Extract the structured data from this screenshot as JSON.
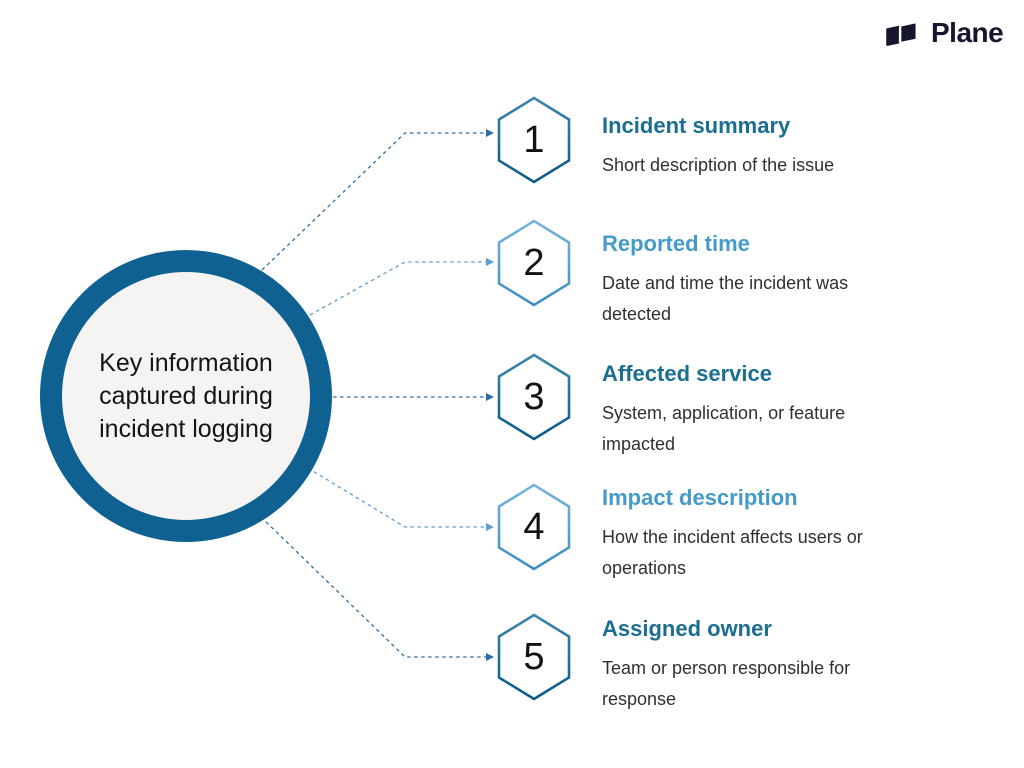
{
  "header": {
    "brand_name": "Plane"
  },
  "diagram": {
    "center": {
      "text": "Key information\ncaptured during\nincident logging"
    },
    "items": [
      {
        "number": "1",
        "title": "Incident summary",
        "description": "Short description of the issue",
        "tone": "dark"
      },
      {
        "number": "2",
        "title": "Reported time",
        "description": "Date and time the incident was\ndetected",
        "tone": "light"
      },
      {
        "number": "3",
        "title": "Affected service",
        "description": "System, application, or feature\nimpacted",
        "tone": "dark"
      },
      {
        "number": "4",
        "title": "Impact description",
        "description": "How the incident affects users or\noperations",
        "tone": "light"
      },
      {
        "number": "5",
        "title": "Assigned owner",
        "description": "Team or person responsible for\nresponse",
        "tone": "dark"
      }
    ]
  },
  "palette": {
    "dark_blue": "#0e6191",
    "light_blue": "#55a0d0",
    "title_dark": "#1b6e91",
    "title_light": "#459bc8",
    "line_dark": "#2e6fa3",
    "line_light": "#5d9fd3",
    "circle_fill": "#f5f4f3",
    "text_dark": "#303030",
    "number_color": "#121212",
    "logo_color": "#16162e",
    "background": "#ffffff"
  }
}
